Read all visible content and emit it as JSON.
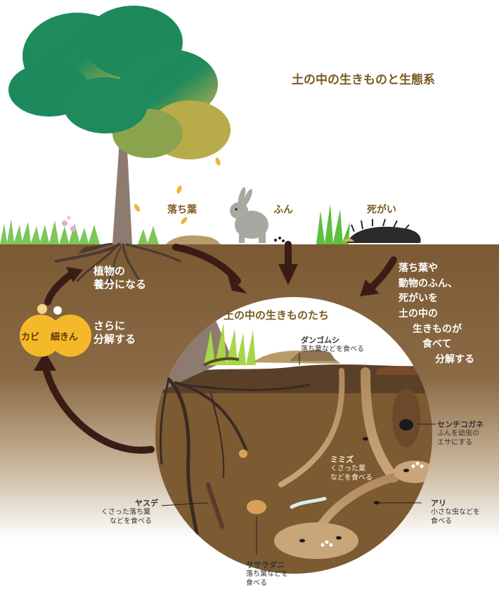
{
  "title": "土の中の生きものと生態系",
  "surface": {
    "leaves": "落ち葉",
    "feces": "ふん",
    "carcass": "死がい"
  },
  "cycle": {
    "nutrient_line1": "植物の",
    "nutrient_line2": "養分になる",
    "further_line1": "さらに",
    "further_line2": "分解する",
    "mold": "カビ",
    "bacteria": "細きん"
  },
  "decompose_text": [
    "落ち葉や",
    "動物のふん、",
    "死がいを",
    "土の中の",
    "生きものが",
    "食べて",
    "分解する"
  ],
  "underground_title": "土の中の生きものたち",
  "creatures": {
    "pillbug": {
      "name": "ダンゴムシ",
      "desc": "落ち葉などを食べる"
    },
    "dungbeetle": {
      "name": "センチコガネ",
      "desc1": "ふんを幼虫の",
      "desc2": "エサにする"
    },
    "earthworm": {
      "name": "ミミズ",
      "desc1": "くさった葉",
      "desc2": "などを食べる"
    },
    "millipede": {
      "name": "ヤスデ",
      "desc1": "くさった落ち葉",
      "desc2": "などを食べる"
    },
    "ant": {
      "name": "アリ",
      "desc1": "小さな虫などを",
      "desc2": "食べる"
    },
    "mite": {
      "name": "ササラダニ",
      "desc1": "落ち葉などを",
      "desc2": "食べる"
    }
  },
  "colors": {
    "soil": "#7c5a32",
    "tree_crown": "#1e8a5c",
    "arrow": "#3a1c16",
    "fungus_circle": "#f5b82a",
    "title_text": "#7a5a1e"
  }
}
